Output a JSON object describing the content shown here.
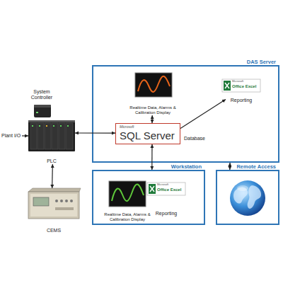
{
  "diagram": {
    "nodes": [
      {
        "text": [
          "DAS Server"
        ]
      },
      {
        "text": [
          "Realtime Data, Alarms & Calibration Display"
        ],
        "in": 0
      },
      {
        "text": [
          "Microsoft",
          "Office Excel",
          "Reporting"
        ],
        "in": 0
      },
      {
        "text": [
          "System Controller"
        ]
      },
      {
        "text": [
          "Microsoft",
          "SQL Server",
          "Database"
        ],
        "in": 0
      },
      {
        "text": [
          "PLC"
        ]
      },
      {
        "text": [
          "Workstation"
        ]
      },
      {
        "text": [
          "Realtime Data, Alarms & Calibration Display"
        ],
        "in": 6
      },
      {
        "text": [
          "Microsoft",
          "Office Excel",
          "Reporting"
        ],
        "in": 6
      },
      {
        "text": [
          "Remote Access"
        ]
      },
      {
        "text": [
          "CEMS"
        ]
      }
    ],
    "edges": [
      {
        "from": 1,
        "to": 4,
        "arrow": "both"
      },
      {
        "from": 4,
        "to": 2,
        "arrow": "to"
      },
      {
        "from": 5,
        "to": 4,
        "arrow": "both"
      },
      {
        "from": 5,
        "to": 10,
        "arrow": "both"
      },
      {
        "from": 4,
        "to": 6,
        "arrow": "both"
      },
      {
        "from": 0,
        "to": 9,
        "arrow": "both"
      }
    ],
    "labels": [
      "Plant I/O"
    ]
  }
}
